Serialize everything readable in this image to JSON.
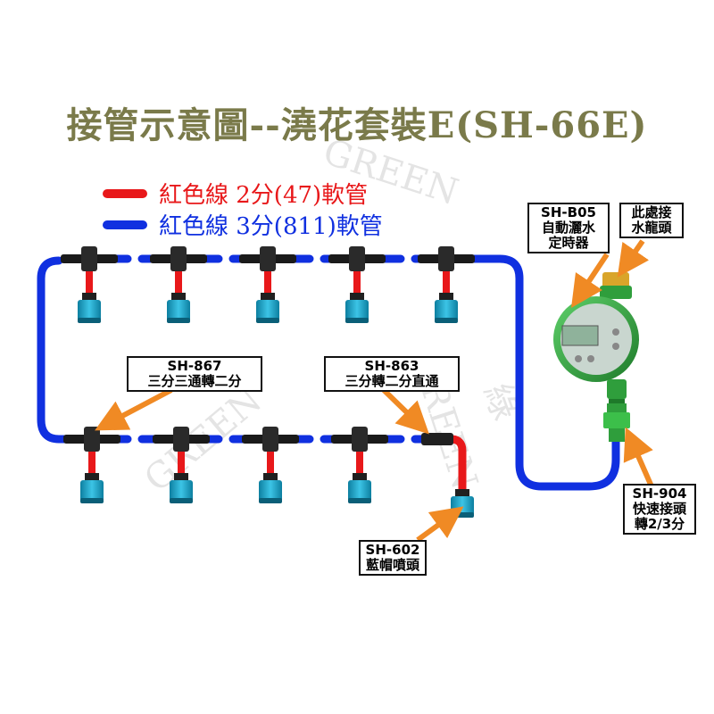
{
  "title": "接管示意圖--澆花套裝E(SH-66E)",
  "legend": [
    {
      "text": "紅色線 2分(47)軟管",
      "color": "#e8181a"
    },
    {
      "text": "紅色線 3分(811)軟管",
      "color": "#1030e0"
    }
  ],
  "labels": {
    "timer": {
      "code": "SH-B05",
      "desc": [
        "自動灑水",
        "定時器"
      ]
    },
    "faucet": {
      "code": "",
      "desc": [
        "此處接",
        "水龍頭"
      ]
    },
    "tee": {
      "code": "SH-867",
      "desc": [
        "三分三通轉二分"
      ]
    },
    "straight": {
      "code": "SH-863",
      "desc": [
        "三分轉二分直通"
      ]
    },
    "quick": {
      "code": "SH-904",
      "desc": [
        "快速接頭",
        "轉2/3分"
      ]
    },
    "nozzle": {
      "code": "SH-602",
      "desc": [
        "藍帽噴頭"
      ]
    }
  },
  "watermark": {
    "text1": "綠",
    "text2": "GREEN"
  },
  "colors": {
    "red_line": "#e8181a",
    "blue_line": "#1030e0",
    "arrow": "#f08a24",
    "title": "#7a7a4a",
    "sprinkler_cap": "#1aa7c9",
    "timer_green": "#2e9e3a"
  }
}
